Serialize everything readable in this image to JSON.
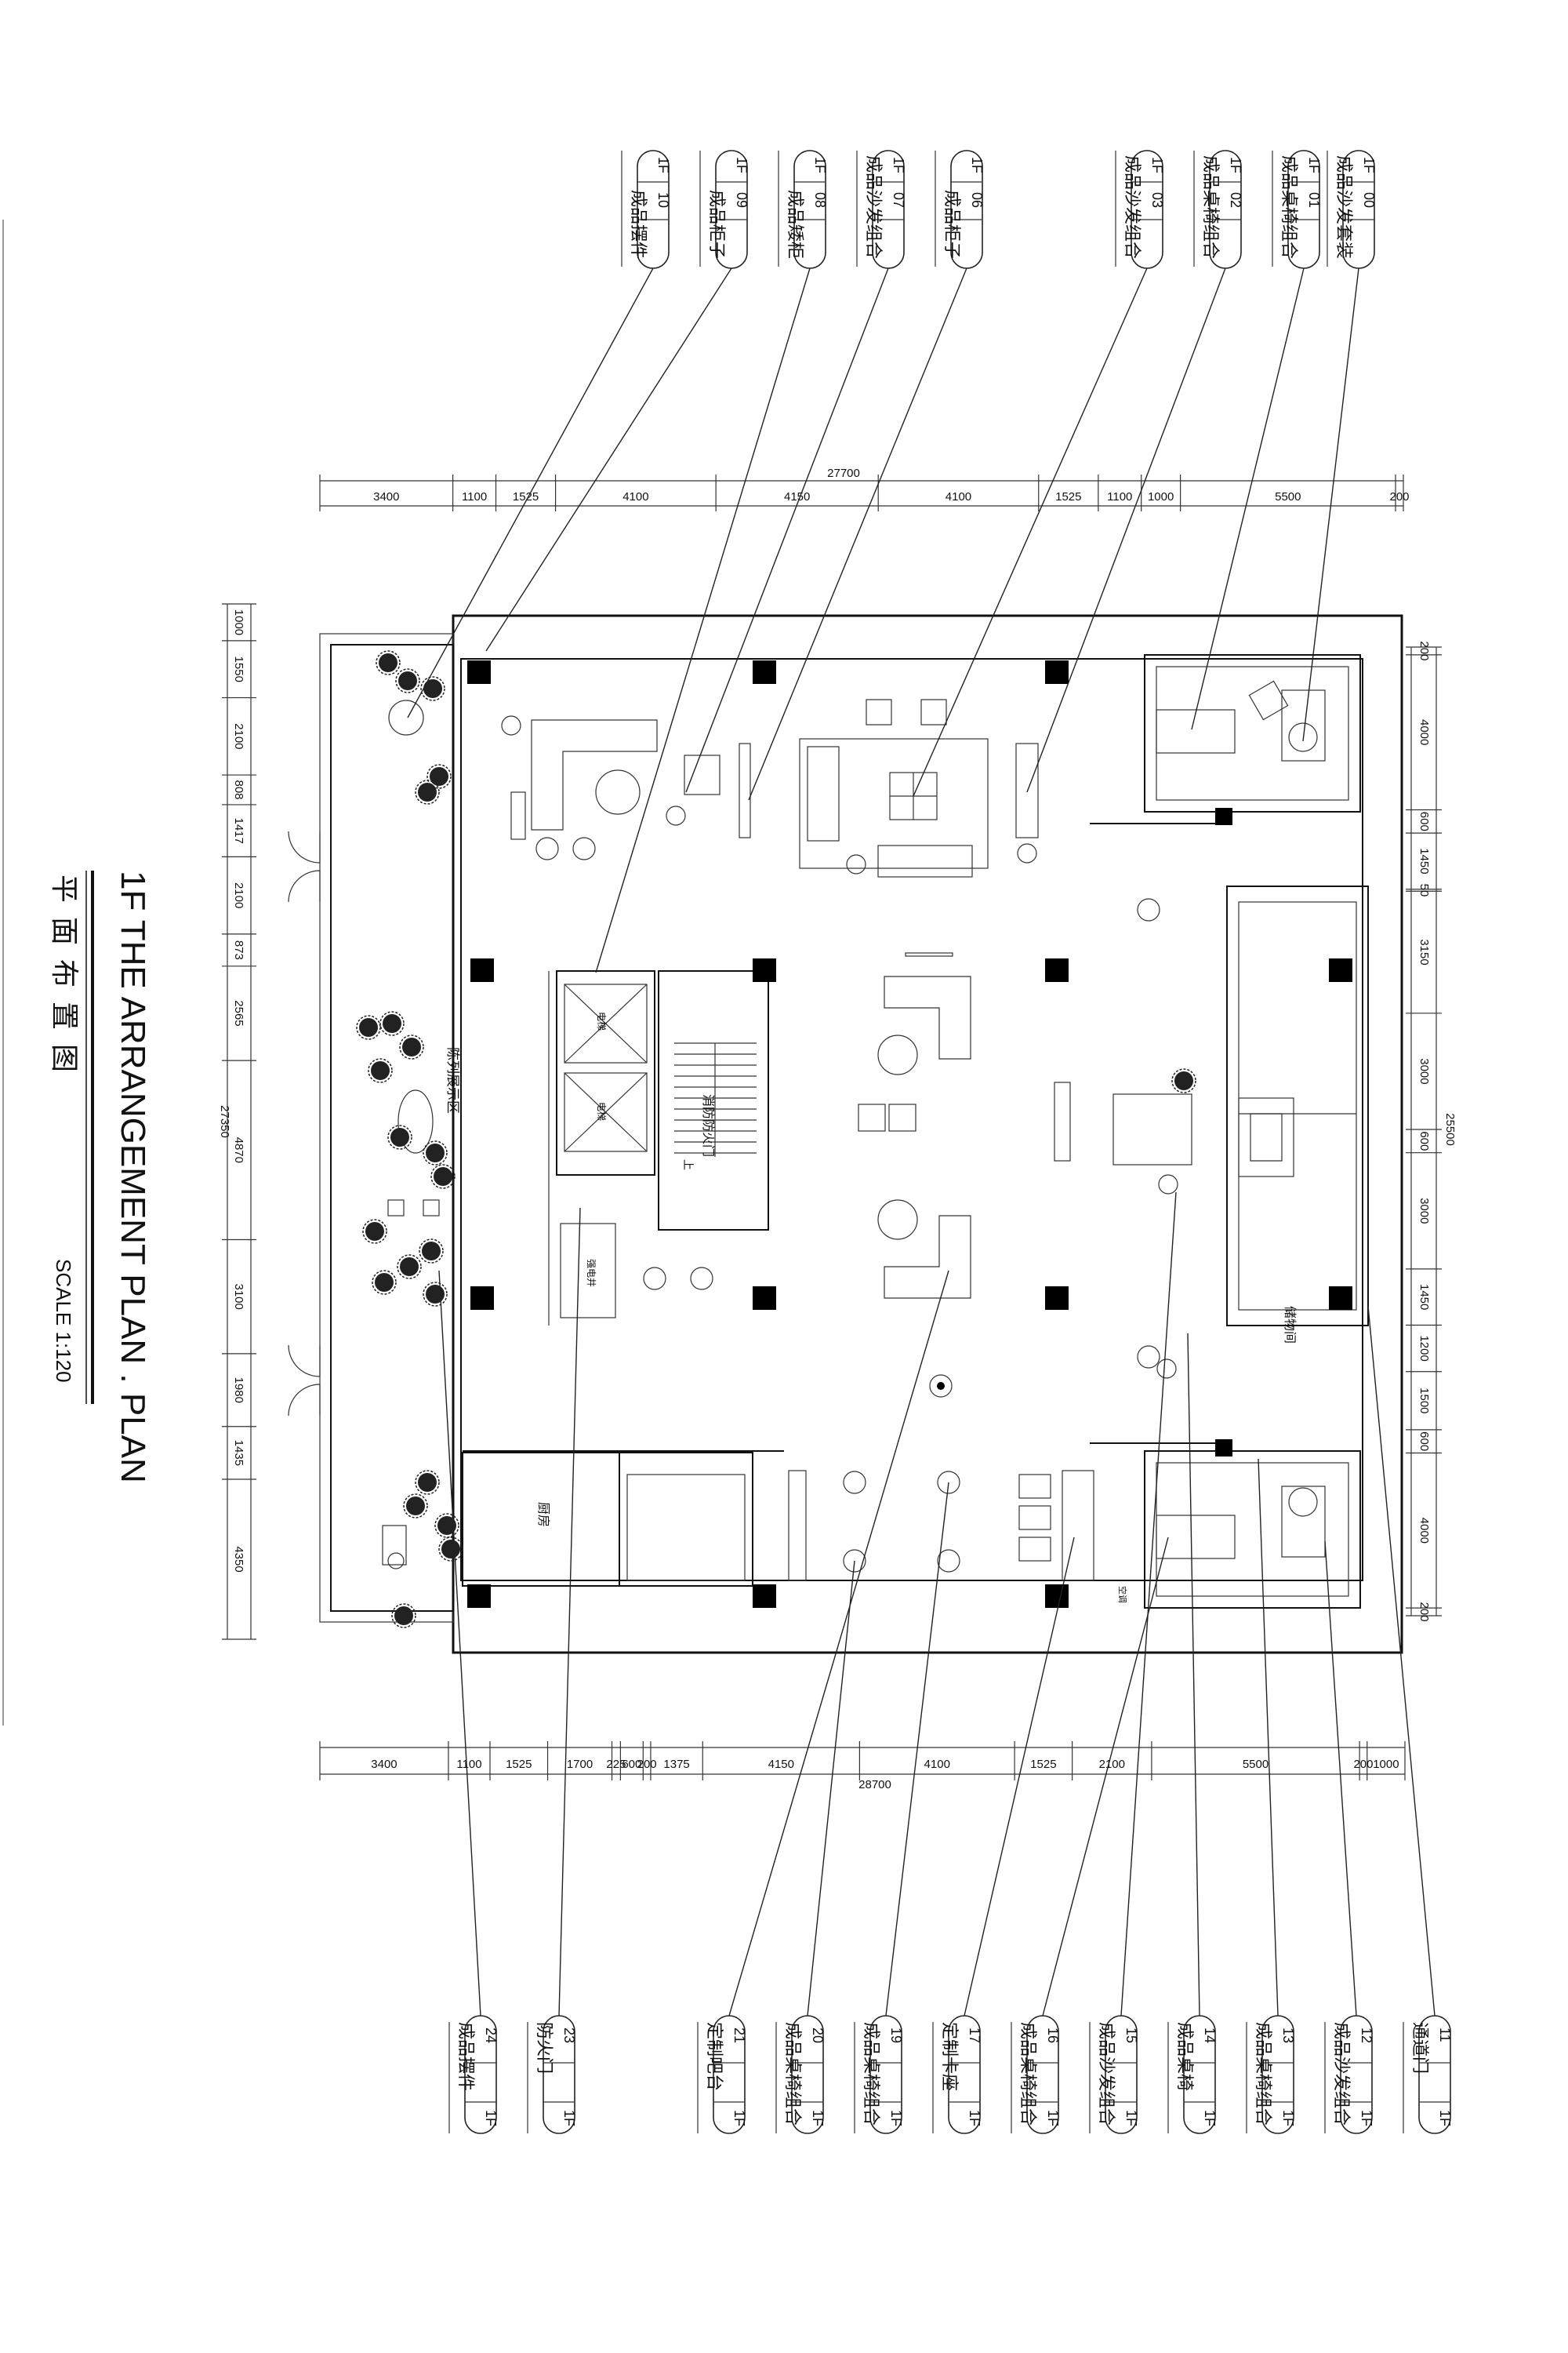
{
  "drawing": {
    "title_en": "1F THE ARRANGEMENT PLAN . PLAN",
    "title_cn": "平 面 布 置 图",
    "scale": "SCALE  1:120"
  },
  "rooms": {
    "display_area": "陈列展示区",
    "fire_door_stair": "消防防火门",
    "storage": "储物间",
    "kitchen": "厨房",
    "elevator_a": "电梯",
    "elevator_b": "电梯",
    "shaft": "强电井",
    "up": "上",
    "ac": "空调"
  },
  "dimensions": {
    "top_total": "27700",
    "top_segments": [
      "3400",
      "1100",
      "1525",
      "4100",
      "4150",
      "4100",
      "1525",
      "1100",
      "1000",
      "5500",
      "200"
    ],
    "bottom_total": "28700",
    "bottom_segments": [
      "3400",
      "1100",
      "1525",
      "1700",
      "225",
      "600",
      "200",
      "1375",
      "4150",
      "4100",
      "1525",
      "2100",
      "5500",
      "200",
      "1000"
    ],
    "left_total": "27350",
    "left_segments": [
      "1000",
      "1550",
      "2100",
      "808",
      "1417",
      "2100",
      "873",
      "2565",
      "4870",
      "3100",
      "1980",
      "1435",
      "4350"
    ],
    "right_total": "25500",
    "right_segments": [
      "200",
      "4000",
      "600",
      "1450",
      "50",
      "3150",
      "3000",
      "600",
      "3000",
      "1450",
      "1200",
      "1500",
      "600",
      "4000",
      "200"
    ]
  },
  "labels_top": [
    {
      "floor": "1F",
      "num": "00",
      "text": "成品沙发套装"
    },
    {
      "floor": "1F",
      "num": "01",
      "text": "成品桌椅组合"
    },
    {
      "floor": "1F",
      "num": "02",
      "text": "成品桌椅组合"
    },
    {
      "floor": "1F",
      "num": "03",
      "text": "成品沙发组合"
    },
    {
      "floor": "1F",
      "num": "06",
      "text": "成品柜子"
    },
    {
      "floor": "1F",
      "num": "07",
      "text": "成品沙发组合"
    },
    {
      "floor": "1F",
      "num": "08",
      "text": "成品矮柜"
    },
    {
      "floor": "1F",
      "num": "09",
      "text": "成品柜子"
    },
    {
      "floor": "1F",
      "num": "10",
      "text": "成品摆件"
    }
  ],
  "labels_bottom": [
    {
      "floor": "1F",
      "num": "11",
      "text": "通道门"
    },
    {
      "floor": "1F",
      "num": "12",
      "text": "成品沙发组合"
    },
    {
      "floor": "1F",
      "num": "13",
      "text": "成品桌椅组合"
    },
    {
      "floor": "1F",
      "num": "14",
      "text": "成品桌椅"
    },
    {
      "floor": "1F",
      "num": "15",
      "text": "成品沙发组合"
    },
    {
      "floor": "1F",
      "num": "16",
      "text": "成品桌椅组合"
    },
    {
      "floor": "1F",
      "num": "17",
      "text": "定制卡座"
    },
    {
      "floor": "1F",
      "num": "19",
      "text": "成品桌椅组合"
    },
    {
      "floor": "1F",
      "num": "20",
      "text": "成品桌椅组合"
    },
    {
      "floor": "1F",
      "num": "21",
      "text": "定制吧台"
    },
    {
      "floor": "1F",
      "num": "23",
      "text": "防火门"
    },
    {
      "floor": "1F",
      "num": "24",
      "text": "成品摆件"
    }
  ]
}
